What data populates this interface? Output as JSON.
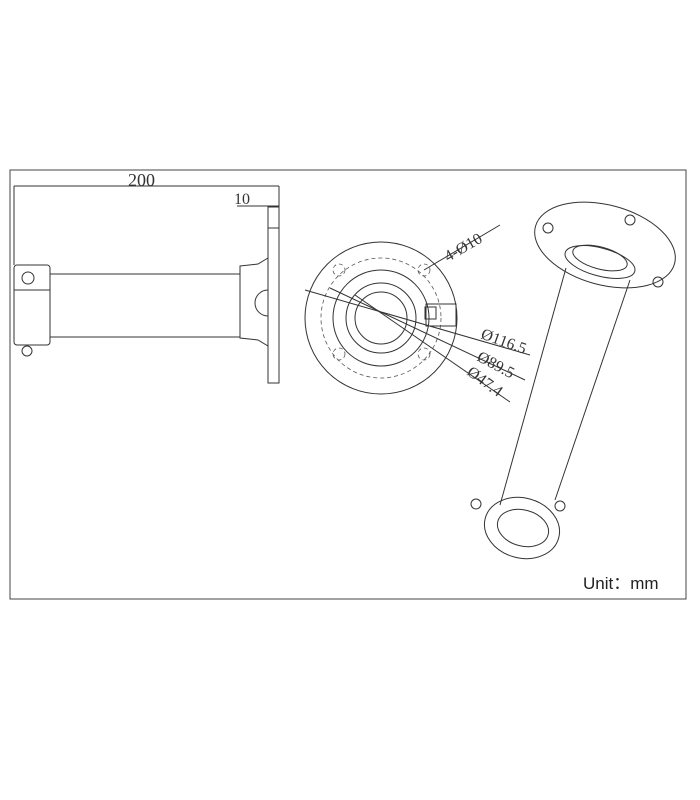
{
  "side_view": {
    "overall_length": "200",
    "flange_thickness": "10"
  },
  "front_view": {
    "holes": "4-Ø10",
    "diameters": [
      "Ø116.5",
      "Ø89.5",
      "Ø47.4"
    ]
  },
  "unit_label": "Unit：mm"
}
